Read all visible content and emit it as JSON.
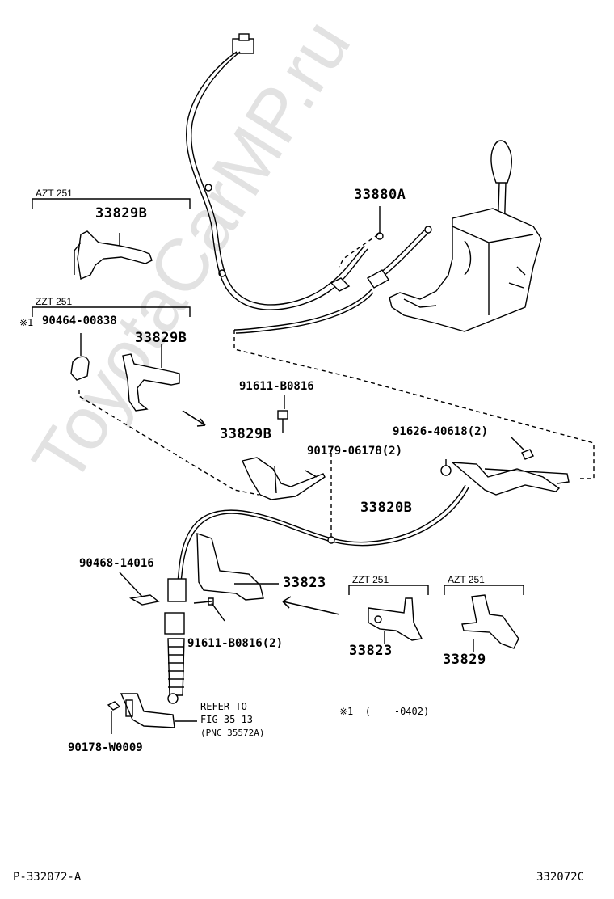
{
  "watermark": "ToyotaCarMP.ru",
  "labels": {
    "p33880A": "33880A",
    "azt251_a": "AZT 251",
    "p33829B_a": "33829B",
    "zzt251_a": "ZZT 251",
    "note_mark": "※1",
    "p90464": "90464-00838",
    "p33829B_b": "33829B",
    "p91611_b0816": "91611-B0816",
    "p33829B_c": "33829B",
    "p91626": "91626-40618(2)",
    "p90179": "90179-06178(2)",
    "p33820B": "33820B",
    "p90468": "90468-14016",
    "p33823_a": "33823",
    "zzt251_b": "ZZT 251",
    "azt251_b": "AZT 251",
    "p91611_b0816_2": "91611-B0816(2)",
    "p33823_b": "33823",
    "p33829": "33829",
    "refer_line1": "REFER TO",
    "refer_line2": "FIG 35-13",
    "refer_line3": "(PNC 35572A)",
    "note_text": "※1  (    -0402)",
    "p90178": "90178-W0009",
    "footer_left": "P-332072-A",
    "footer_right": "332072C"
  }
}
